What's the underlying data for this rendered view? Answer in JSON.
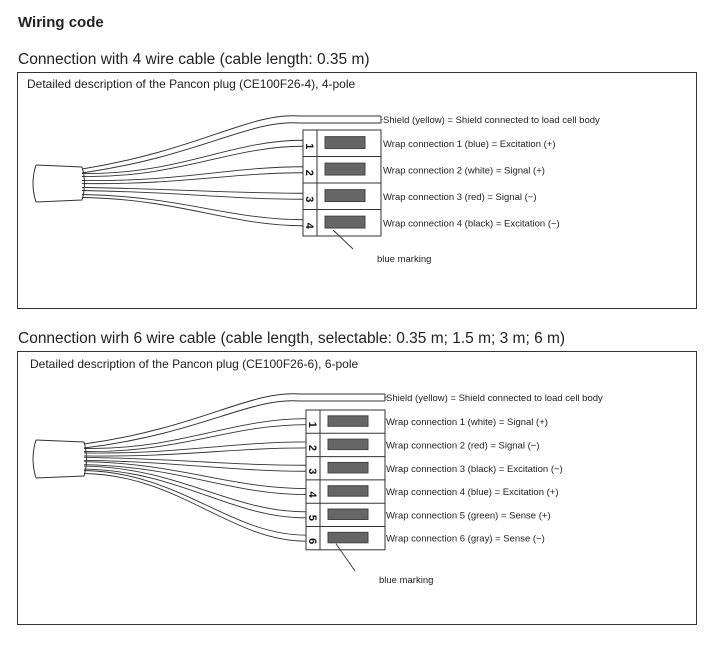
{
  "title": "Wiring code",
  "sections": [
    {
      "heading": "Connection with 4 wire cable (cable length: 0.35 m)",
      "caption": "Detailed description of the Pancon plug (CE100F26-4), 4-pole",
      "shield_label": "Shield (yellow) = Shield connected to load cell body",
      "pins": [
        {
          "number": "1",
          "label": "Wrap connection 1 (blue) = Excitation (+)"
        },
        {
          "number": "2",
          "label": "Wrap connection 2 (white) = Signal (+)"
        },
        {
          "number": "3",
          "label": "Wrap connection 3 (red) = Signal (−)"
        },
        {
          "number": "4",
          "label": "Wrap connection 4 (black) = Excitation (−)"
        }
      ],
      "marking_label": "blue marking"
    },
    {
      "heading": "Connection wirh 6 wire cable (cable length, selectable: 0.35 m; 1.5 m; 3 m; 6 m)",
      "caption": "Detailed description of the Pancon plug (CE100F26-6), 6-pole",
      "shield_label": "Shield (yellow) = Shield connected to load cell body",
      "pins": [
        {
          "number": "1",
          "label": "Wrap connection 1 (white) = Signal (+)"
        },
        {
          "number": "2",
          "label": "Wrap connection 2 (red) = Signal (−)"
        },
        {
          "number": "3",
          "label": "Wrap connection 3 (black) = Excitation (−)"
        },
        {
          "number": "4",
          "label": "Wrap connection 4 (blue) = Excitation (+)"
        },
        {
          "number": "5",
          "label": "Wrap connection 5 (green) = Sense (+)"
        },
        {
          "number": "6",
          "label": "Wrap connection 6 (gray) =  Sense (−)"
        }
      ],
      "marking_label": "blue marking"
    }
  ]
}
